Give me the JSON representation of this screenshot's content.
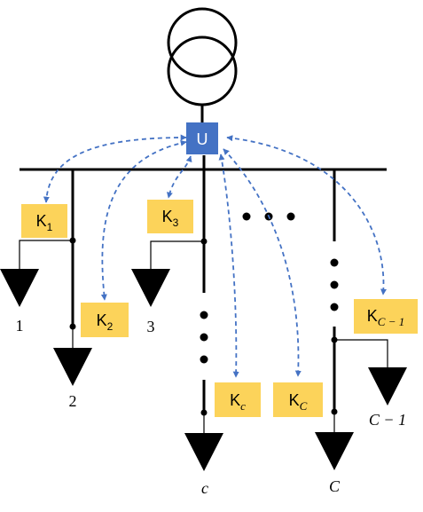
{
  "substation": {
    "label": "U"
  },
  "controllers": [
    {
      "id": "k1",
      "base": "K",
      "sub": "1",
      "sub_italic": false
    },
    {
      "id": "k2",
      "base": "K",
      "sub": "2",
      "sub_italic": false
    },
    {
      "id": "k3",
      "base": "K",
      "sub": "3",
      "sub_italic": false
    },
    {
      "id": "kc",
      "base": "K",
      "sub": "c",
      "sub_italic": true
    },
    {
      "id": "kC",
      "base": "K",
      "sub": "C",
      "sub_italic": true
    },
    {
      "id": "kCm1",
      "base": "K",
      "sub": "C − 1",
      "sub_italic": true
    }
  ],
  "loads": [
    {
      "id": "l1",
      "label": "1",
      "italic": false
    },
    {
      "id": "l2",
      "label": "2",
      "italic": false
    },
    {
      "id": "l3",
      "label": "3",
      "italic": false
    },
    {
      "id": "lc",
      "label": "c",
      "italic": true
    },
    {
      "id": "lC",
      "label": "C",
      "italic": true
    },
    {
      "id": "lCm1",
      "label": "C − 1",
      "italic": true
    }
  ],
  "colors": {
    "controller_fill": "#fcd35a",
    "substation_fill": "#4472c4",
    "comm_link": "#4472c4",
    "wire": "#000000"
  }
}
